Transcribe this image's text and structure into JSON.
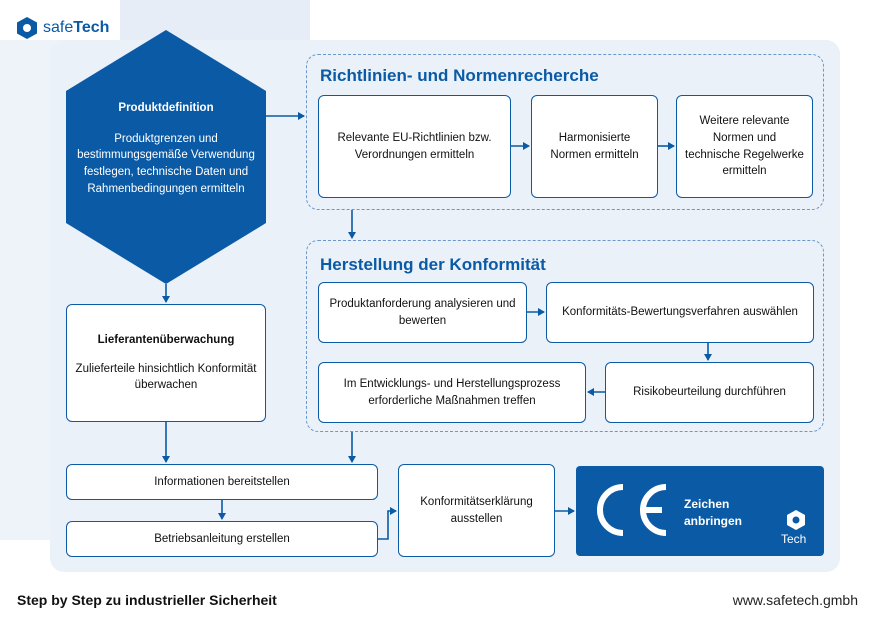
{
  "brand": {
    "prefix": "safe",
    "suffix": "Tech"
  },
  "product": {
    "title": "Produktdefinition",
    "text": "Produktgrenzen und bestimmungsgemäße Verwendung festlegen, technische Daten und Rahmenbedingungen ermitteln"
  },
  "section1": {
    "title": "Richtlinien- und Normenrecherche",
    "boxes": [
      "Relevante EU-Richtlinien bzw. Verordnungen ermitteln",
      "Harmonisierte Normen ermitteln",
      "Weitere relevante Normen und technische Regelwerke ermitteln"
    ]
  },
  "section2": {
    "title": "Herstellung der Konformität",
    "boxes": [
      "Produktanforderung analysieren und bewerten",
      "Konformitäts-Bewertungsverfahren auswählen",
      "Risikobeurteilung durchführen",
      "Im Entwicklungs- und Herstellungsprozess erforderliche Maßnahmen treffen"
    ]
  },
  "supplier": {
    "title": "Lieferantenüberwachung",
    "text": "Zulieferteile hinsichtlich Konformität überwachen"
  },
  "info": "Informationen bereitstellen",
  "manual": "Betriebsanleitung erstellen",
  "declaration": "Konformitätserklärung ausstellen",
  "ce": {
    "mark": "CE",
    "text1": "Zeichen",
    "text2": "anbringen",
    "badge": "Tech"
  },
  "footer": {
    "tagline": "Step by Step zu industrieller Sicherheit",
    "url": "www.safetech.gmbh"
  },
  "colors": {
    "accent": "#0b5aa5",
    "panel": "#eaf1f9"
  }
}
